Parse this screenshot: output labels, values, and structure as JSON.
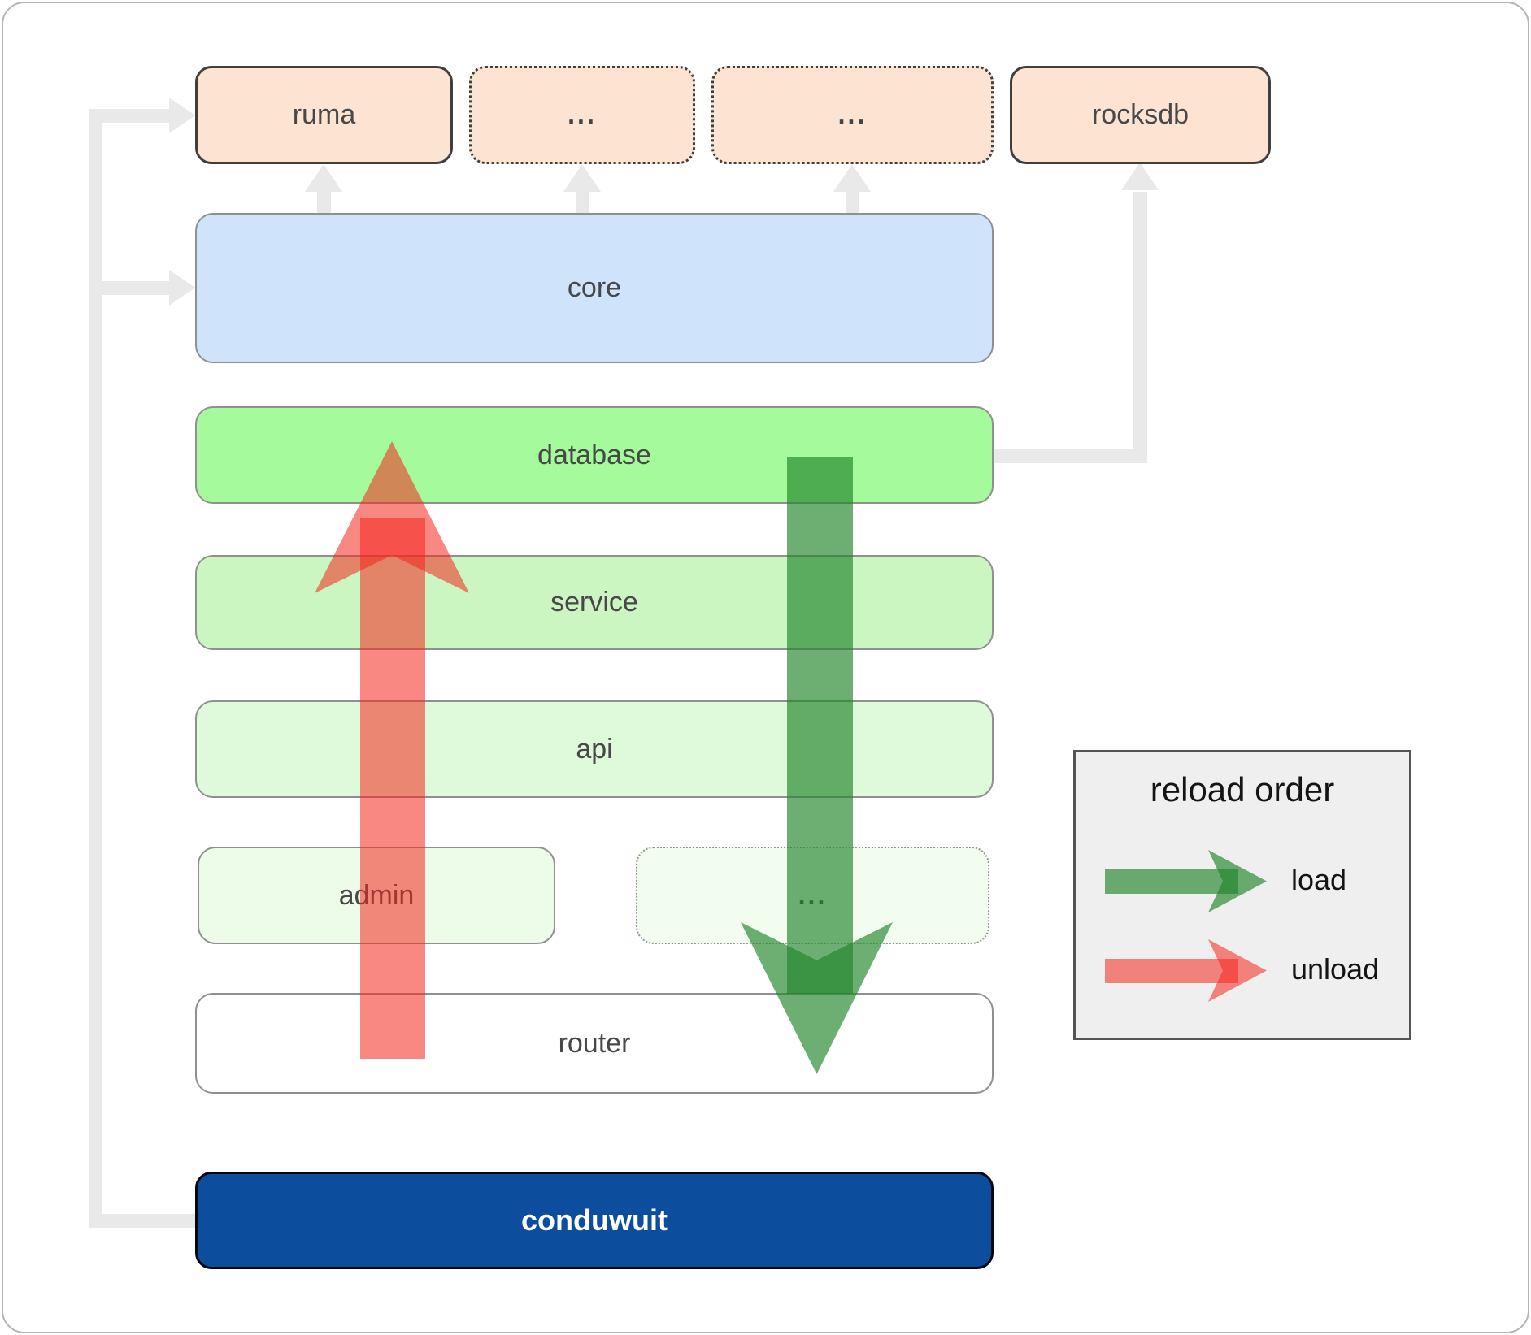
{
  "diagram": {
    "nodes": {
      "ruma": "ruma",
      "ellipsis1": "...",
      "ellipsis2": "...",
      "rocksdb": "rocksdb",
      "core": "core",
      "database": "database",
      "service": "service",
      "api": "api",
      "admin": "admin",
      "ellipsis3": "...",
      "router": "router",
      "conduwuit": "conduwuit"
    },
    "legend": {
      "title": "reload order",
      "load_label": "load",
      "unload_label": "unload"
    },
    "colors": {
      "load_green": "rgba(34,134,43,0.66)",
      "unload_red": "rgba(244,38,30,0.55)",
      "connector_gray": "#e9e9e9",
      "node_peach": "#fce3d2",
      "node_blue": "#cfe4fa",
      "node_green_bright": "#a5fa9b",
      "node_green_mid": "#cbf6c2",
      "node_green_light": "#defada",
      "node_green_faint": "#ecfce9",
      "node_green_faintest": "#f2fdf0",
      "conduwuit_blue": "#0c4d9d",
      "legend_bg": "#efefef"
    }
  }
}
